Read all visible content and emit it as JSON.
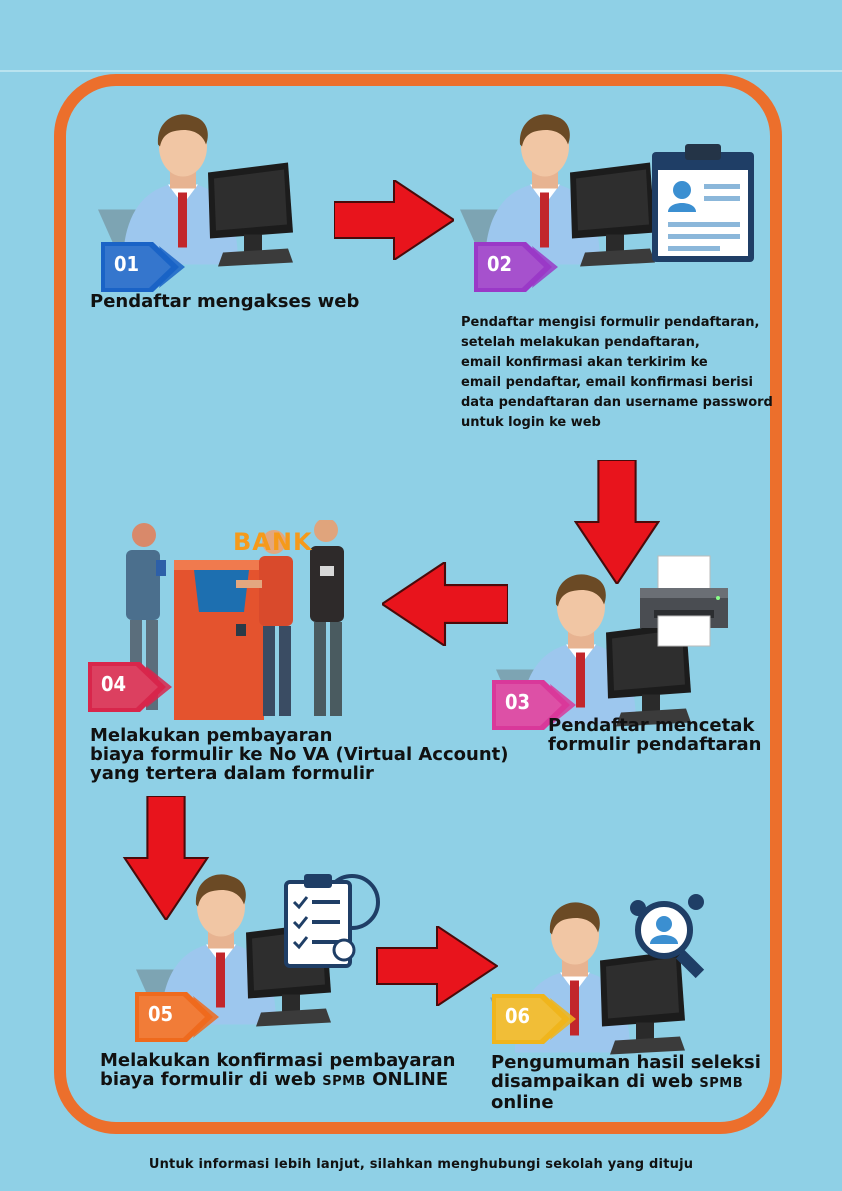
{
  "steps": [
    {
      "num": "01",
      "color": "#1a63c6",
      "text": "Pendaftar mengakses web"
    },
    {
      "num": "02",
      "color": "#9a39c7",
      "lines": [
        "Pendaftar mengisi formulir pendaftaran,",
        "setelah melakukan pendaftaran,",
        "email konfirmasi akan terkirim ke",
        "email pendaftar, email konfirmasi berisi",
        "data pendaftaran dan username password",
        "untuk login ke web"
      ]
    },
    {
      "num": "03",
      "color": "#d9389a",
      "lines": [
        "Pendaftar mencetak",
        "formulir pendaftaran"
      ]
    },
    {
      "num": "04",
      "color": "#d8264b",
      "lines": [
        "Melakukan pembayaran",
        "biaya formulir ke No VA (Virtual Account)",
        "yang tertera dalam formulir"
      ]
    },
    {
      "num": "05",
      "color": "#ef6a1d",
      "line1": "Melakukan  konfirmasi pembayaran",
      "line2a": "biaya formulir di web ",
      "line2b": "SPMB",
      "line2c": " ONLINE"
    },
    {
      "num": "06",
      "color": "#f0b51c",
      "line1": "Pengumuman hasil seleksi",
      "line2a": "disampaikan di web ",
      "line2b": "SPMB",
      "line3": "online"
    }
  ],
  "bank_label": "BANK",
  "footer": "Untuk informasi lebih lanjut, silahkan menghubungi sekolah yang dituju"
}
